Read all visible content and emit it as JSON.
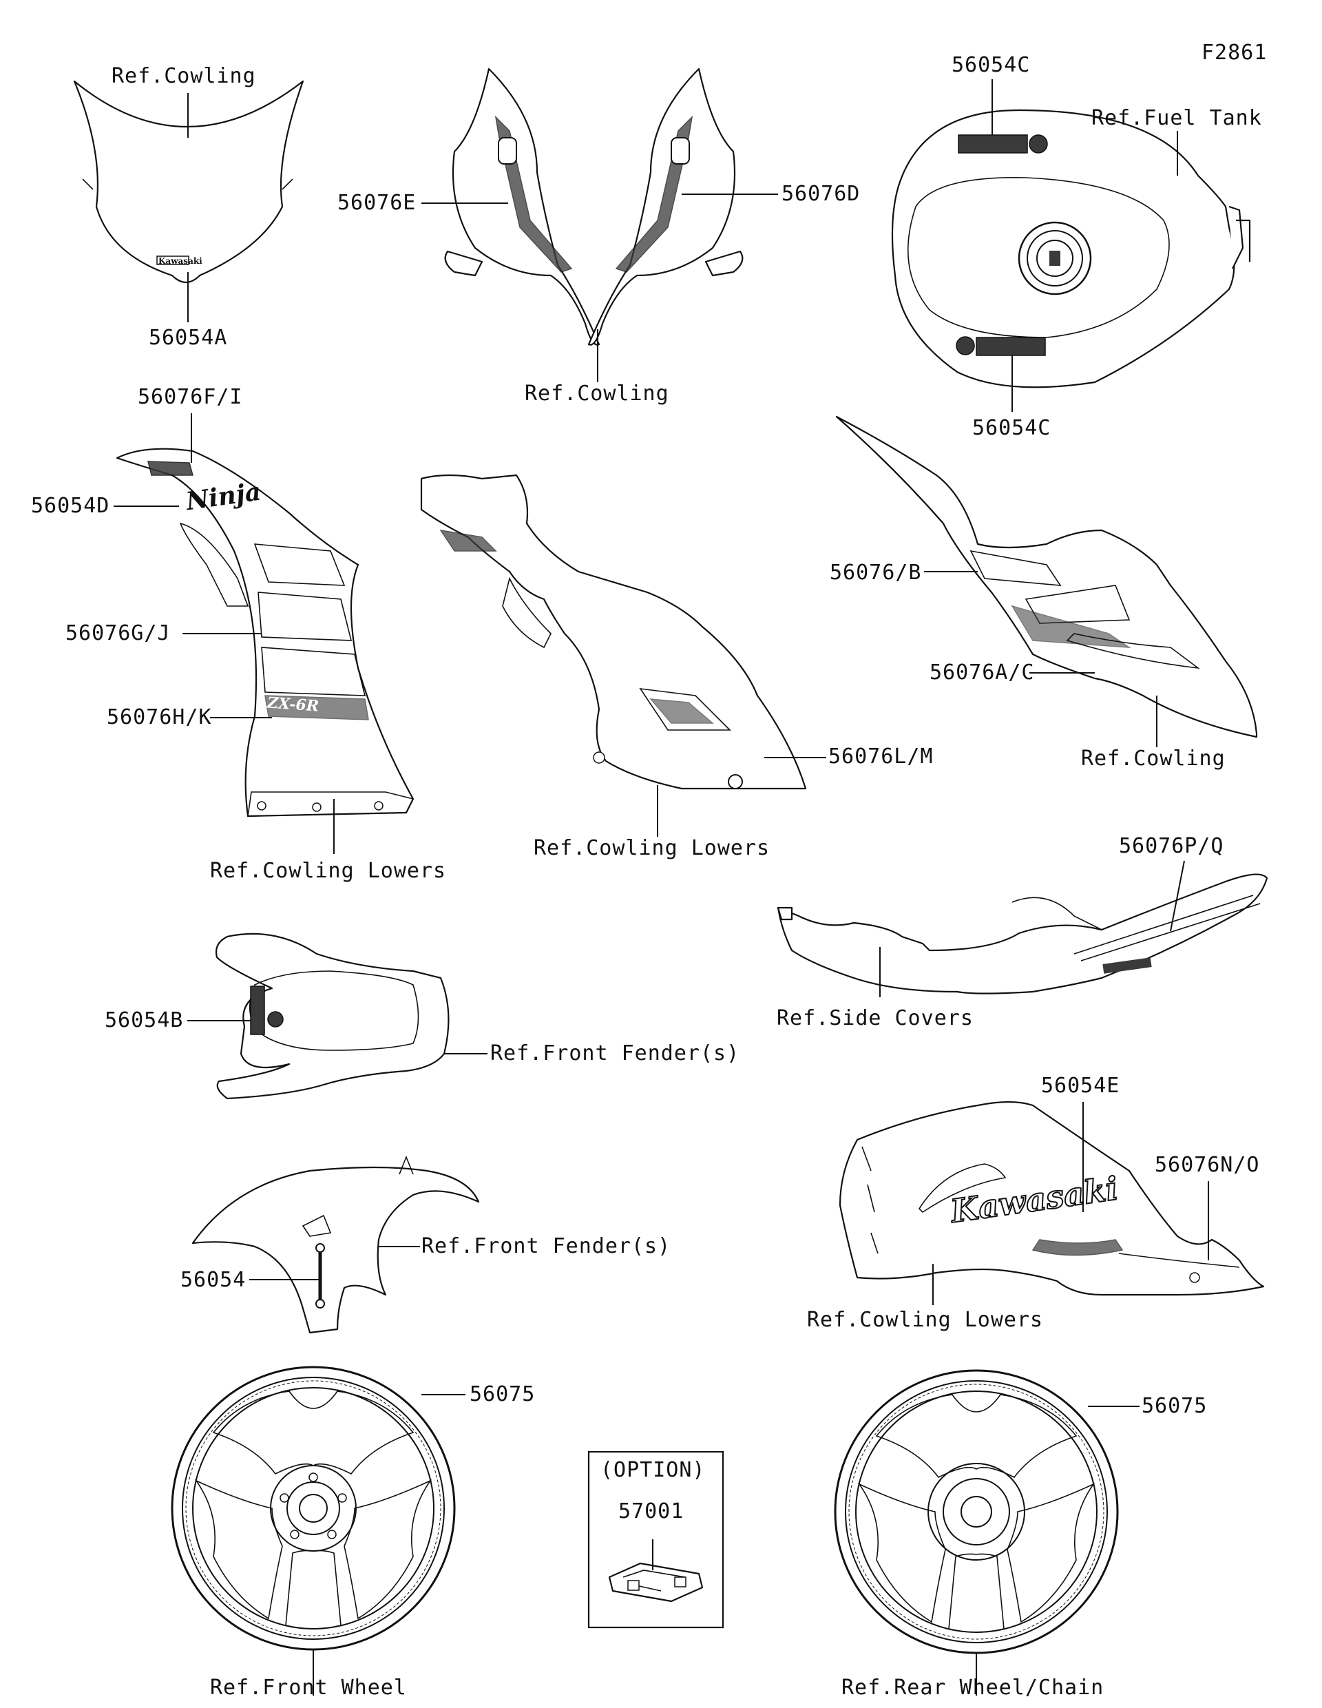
{
  "figure_code": "F2861",
  "labels": {
    "ref_cowling_windshield": "Ref.Cowling",
    "p_56054A": "56054A",
    "p_56076E": "56076E",
    "p_56076D": "56076D",
    "ref_cowling_upper": "Ref.Cowling",
    "p_56054C_top": "56054C",
    "ref_fuel_tank": "Ref.Fuel Tank",
    "p_56054C_bottom": "56054C",
    "p_56076FI": "56076F/I",
    "p_56054D": "56054D",
    "p_56076GJ": "56076G/J",
    "p_56076HK": "56076H/K",
    "ref_cowling_lowers_left": "Ref.Cowling Lowers",
    "p_56076LM": "56076L/M",
    "ref_cowling_lowers_center": "Ref.Cowling Lowers",
    "p_56076B": "56076/B",
    "p_56076AC": "56076A/C",
    "ref_cowling_side": "Ref.Cowling",
    "p_56076PQ": "56076P/Q",
    "ref_side_covers": "Ref.Side Covers",
    "p_56054B": "56054B",
    "ref_front_fender_top": "Ref.Front Fender(s)",
    "p_56054E": "56054E",
    "p_56076NO": "56076N/O",
    "ref_cowling_lowers_right": "Ref.Cowling Lowers",
    "p_56054": "56054",
    "ref_front_fender_side": "Ref.Front Fender(s)",
    "p_56075_front": "56075",
    "p_56075_rear": "56075",
    "option": "(OPTION)",
    "p_57001": "57001",
    "ref_front_wheel": "Ref.Front Wheel",
    "ref_rear_wheel": "Ref.Rear Wheel/Chain"
  },
  "decals": {
    "kawasaki_small": "Kawasaki",
    "ninja": "Ninja",
    "zx6r": "ZX-6R",
    "kawasaki_large": "Kawasaki"
  }
}
